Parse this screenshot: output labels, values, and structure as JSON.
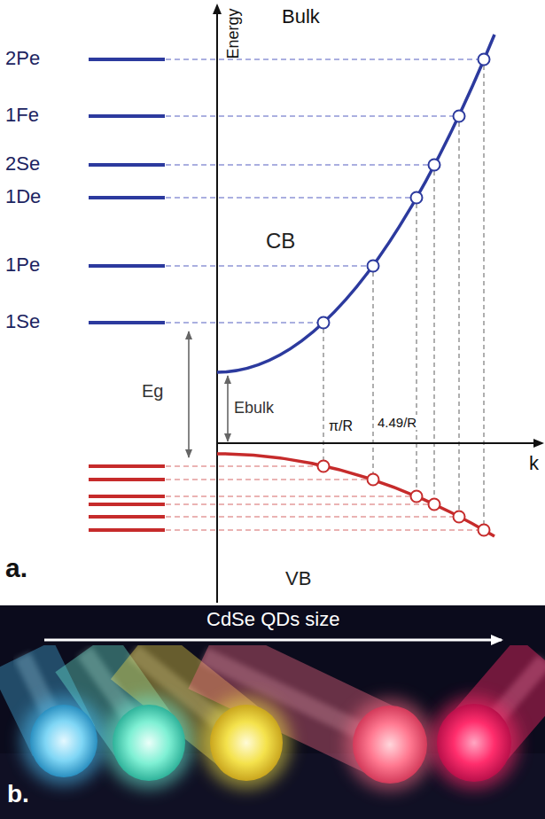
{
  "diagram": {
    "labels": [
      "a.",
      "2Pe",
      "1Fe",
      "2Se",
      "1De",
      "1Pe",
      "1Se",
      "Eg",
      "Energy",
      "Bulk",
      "CB",
      "Ebulk",
      "π/R",
      "4.49/R",
      "k",
      "VB",
      "CdSe QDs size",
      "b."
    ]
  }
}
